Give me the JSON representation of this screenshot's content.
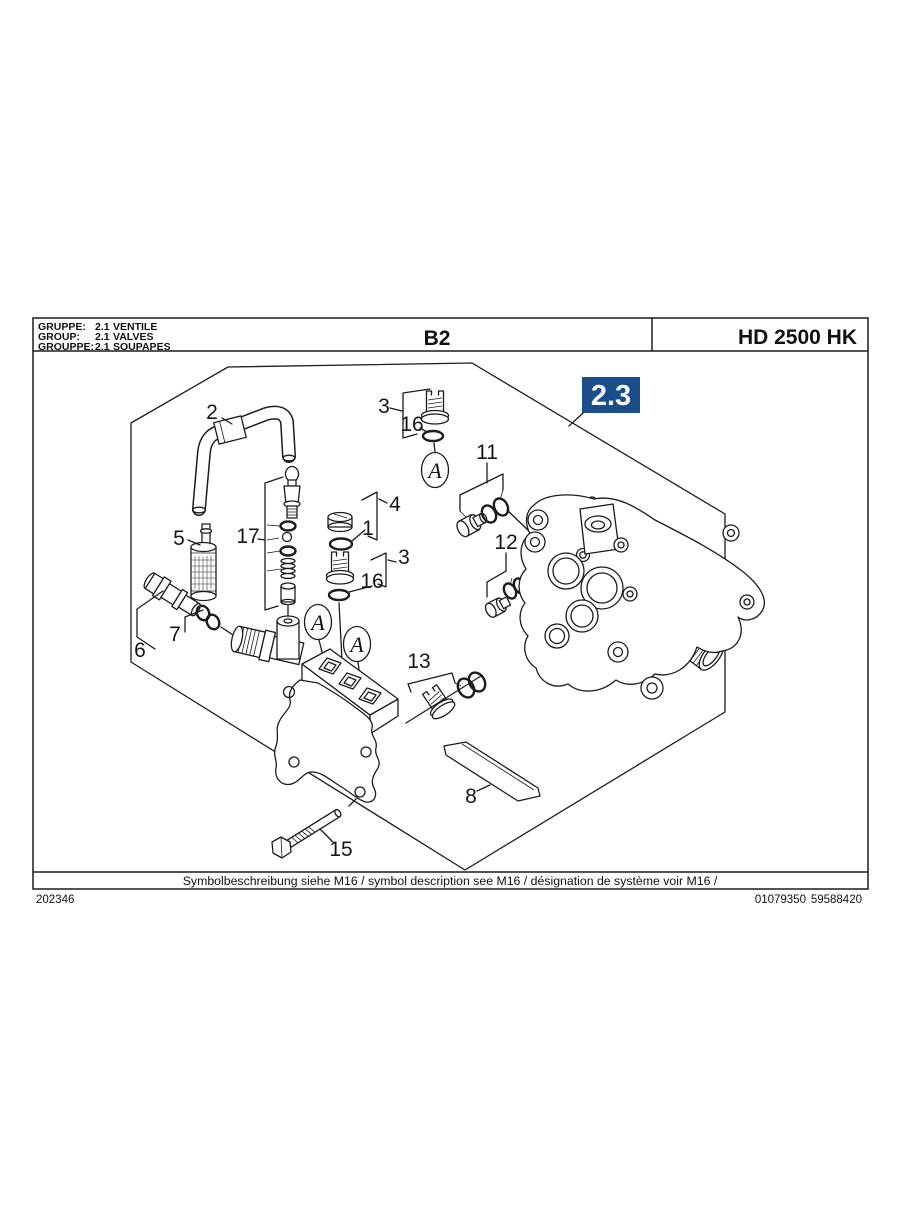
{
  "header": {
    "rows": [
      {
        "label": "GRUPPE:",
        "code": "2.1",
        "name": "VENTILE"
      },
      {
        "label": "GROUP:",
        "code": "2.1",
        "name": "VALVES"
      },
      {
        "label": "GROUPPE:",
        "code": "2.1",
        "name": "SOUPAPES"
      }
    ],
    "page_code": "B2",
    "model": "HD 2500 HK"
  },
  "diagram": {
    "section_badge": "2.3",
    "symbol": "A",
    "callouts": {
      "c1": "1",
      "c2": "2",
      "c3": "3",
      "c4": "4",
      "c5": "5",
      "c6": "6",
      "c7": "7",
      "c8": "8",
      "c11": "11",
      "c12": "12",
      "c13": "13",
      "c15": "15",
      "c16": "16",
      "c17": "17"
    }
  },
  "footer": {
    "note": "Symbolbeschreibung siehe M16 / symbol description see M16 / désignation de système voir M16 /",
    "doc_left": "202346",
    "doc_right_1": "01079350",
    "doc_right_2": "59588420"
  },
  "colors": {
    "badge_bg": "#1a4e8a",
    "badge_text": "#ffffff",
    "line": "#1c1c1c"
  }
}
